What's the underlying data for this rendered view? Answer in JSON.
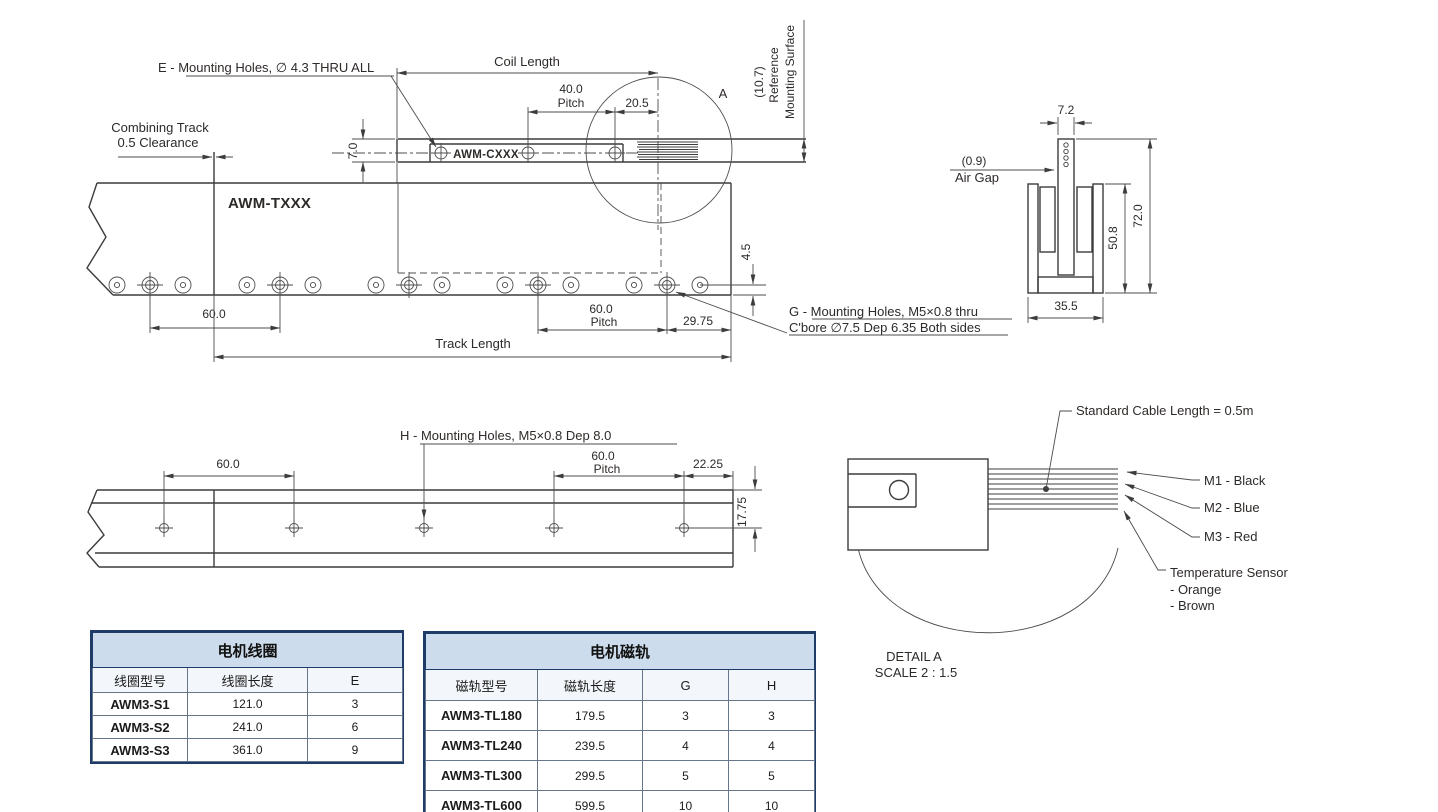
{
  "drawing": {
    "top_view": {
      "e_note": "E - Mounting Holes, ∅ 4.3 THRU ALL",
      "coil_length": "Coil Length",
      "pitch40": "40.0",
      "pitch40_lbl": "Pitch",
      "dim_20_5": "20.5",
      "dim_7_0": "7.0",
      "combining1": "Combining Track",
      "combining2": "0.5 Clearance",
      "coil_label": "AWM-CXXX",
      "track_label": "AWM-TXXX",
      "detail_mark": "A",
      "dim_10_7": "(10.7)",
      "ref1": "Reference",
      "ref2": "Mounting Surface",
      "dim_60": "60.0",
      "track_length": "Track Length",
      "pitch60": "60.0",
      "pitch60_lbl": "Pitch",
      "dim_29_75": "29.75",
      "dim_4_5": "4.5",
      "g_note1": "G - Mounting Holes, M5×0.8 thru",
      "g_note2": "C'bore ∅7.5 Dep 6.35 Both sides"
    },
    "section_view": {
      "dim_7_2": "7.2",
      "airgap_val": "(0.9)",
      "airgap_lbl": "Air Gap",
      "dim_50_8": "50.8",
      "dim_72_0": "72.0",
      "dim_35_5": "35.5"
    },
    "bottom_view": {
      "h_note": "H - Mounting Holes, M5×0.8 Dep 8.0",
      "dim_60": "60.0",
      "pitch60": "60.0",
      "pitch60_lbl": "Pitch",
      "dim_22_25": "22.25",
      "dim_17_75": "17.75"
    },
    "detail_a": {
      "cable_note": "Standard Cable Length = 0.5m",
      "m1": "M1 - Black",
      "m2": "M2 - Blue",
      "m3": "M3 - Red",
      "temp1": "Temperature Sensor",
      "temp2": "- Orange",
      "temp3": "- Brown",
      "title": "DETAIL A",
      "scale": "SCALE 2 : 1.5"
    }
  },
  "tables": {
    "coil": {
      "title": "电机线圈",
      "headers": [
        "线圈型号",
        "线圈长度",
        "E"
      ],
      "rows": [
        [
          "AWM3-S1",
          "121.0",
          "3"
        ],
        [
          "AWM3-S2",
          "241.0",
          "6"
        ],
        [
          "AWM3-S3",
          "361.0",
          "9"
        ]
      ]
    },
    "magnet": {
      "title": "电机磁轨",
      "headers": [
        "磁轨型号",
        "磁轨长度",
        "G",
        "H"
      ],
      "rows": [
        [
          "AWM3-TL180",
          "179.5",
          "3",
          "3"
        ],
        [
          "AWM3-TL240",
          "239.5",
          "4",
          "4"
        ],
        [
          "AWM3-TL300",
          "299.5",
          "5",
          "5"
        ],
        [
          "AWM3-TL600",
          "599.5",
          "10",
          "10"
        ]
      ]
    }
  },
  "colors": {
    "line": "#3c3c3c",
    "table_border": "#1f3c68",
    "table_title_bg": "#cddcec",
    "table_header_bg": "#f3f6fa"
  }
}
